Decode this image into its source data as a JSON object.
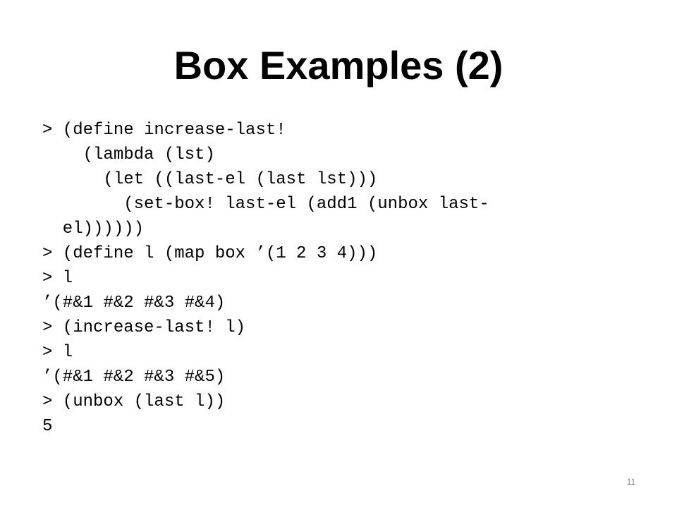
{
  "slide": {
    "title": "Box Examples (2)",
    "lines": [
      "> (define increase-last!",
      "    (lambda (lst)",
      "      (let ((last-el (last lst)))",
      "        (set-box! last-el (add1 (unbox last-",
      "  el))))))",
      "> (define l (map box ’(1 2 3 4)))",
      "> l",
      "’(#&1 #&2 #&3 #&4)",
      "> (increase-last! l)",
      "> l",
      "’(#&1 #&2 #&3 #&5)",
      "> (unbox (last l))",
      "5"
    ],
    "page_number": "11"
  }
}
